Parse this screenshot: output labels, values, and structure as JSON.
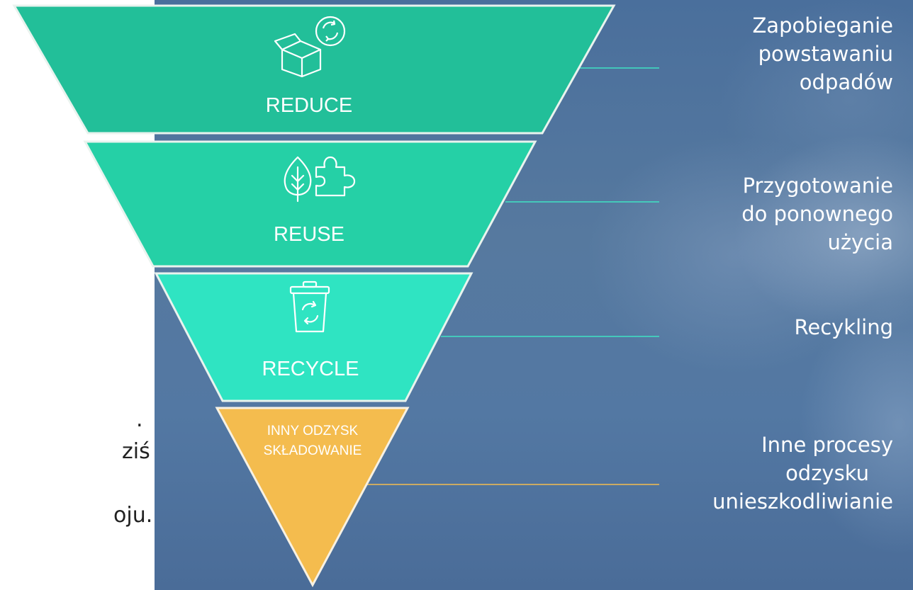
{
  "left_text": {
    "fragment_1": ".",
    "fragment_2": "ziś",
    "fragment_3": "oju."
  },
  "stages": [
    {
      "label": "REDUCE",
      "icon": "box-recycle-icon",
      "color": "#22bf99"
    },
    {
      "label": "REUSE",
      "icon": "leaf-puzzle-icon",
      "color": "#25d0a6"
    },
    {
      "label": "RECYCLE",
      "icon": "recycle-bin-icon",
      "color": "#2fe4c2"
    },
    {
      "label_line1": "INNY ODZYSK",
      "label_line2": "SKŁADOWANIE",
      "color": "#f4bc4e"
    }
  ],
  "descriptions": [
    {
      "lines": [
        "Zapobieganie",
        "powstawaniu",
        "odpadów"
      ]
    },
    {
      "lines": [
        "Przygotowanie",
        "do ponownego",
        "użycia"
      ]
    },
    {
      "lines": [
        "Recykling"
      ]
    },
    {
      "lines": [
        "Inne procesy",
        "odzysku",
        "unieszkodliwianie"
      ]
    }
  ],
  "colors": {
    "background": "#56799f",
    "connector_teal": "#3fe3c3",
    "connector_orange": "#f4bc4e"
  }
}
